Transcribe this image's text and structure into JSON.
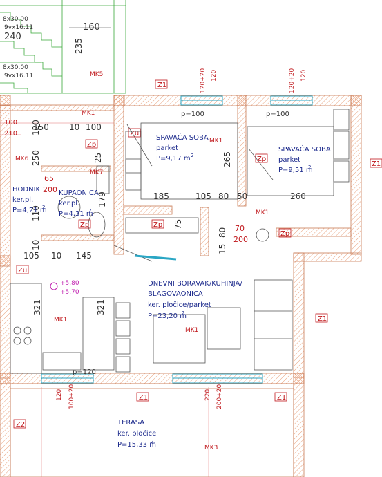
{
  "rooms": {
    "spavaca1": {
      "name": "SPAVAĆA SOBA",
      "floor": "parket",
      "area": "P=9,17 m"
    },
    "spavaca2": {
      "name": "SPAVAĆA SOBA",
      "floor": "parket",
      "area": "P=9,51 m"
    },
    "hodnik": {
      "name": "HODNIK",
      "floor": "ker.pl.",
      "area": "P=4,21 m"
    },
    "kupaonica": {
      "name": "KUPAONICA",
      "floor": "ker.pl.",
      "area": "P=4,31 m"
    },
    "dnevni": {
      "line1": "DNEVNI BORAVAK/KUHINJA/",
      "line2": "BLAGOVAONICA",
      "floor": "ker. pločice/parket",
      "area": "P=23,20 m"
    },
    "terasa": {
      "name": "TERASA",
      "floor": "ker. pločice",
      "area": "P=15,33 m"
    },
    "area_exp": "2"
  },
  "stair": {
    "label1a": "8x30.00",
    "label1b": "9vx16.11",
    "label2a": "8x30.00",
    "label2b": "9vx16.11",
    "dim240": "240",
    "dim160": "160",
    "dim235": "235"
  },
  "tags": {
    "mk5": "MK5",
    "mk1_top": "MK1",
    "mk6": "MK6",
    "mk7": "MK7",
    "mk1_bed1": "MK1",
    "mk1_bed2": "MK1",
    "mk1_kitchen": "MK1",
    "mk1_living": "MK1",
    "mk3": "MK3",
    "z1": "Z1",
    "z2": "Z2",
    "zp": "Zp",
    "zu": "Zu"
  },
  "dims": {
    "p100a": "p=100",
    "p100b": "p=100",
    "p120": "p=120",
    "d150": "150",
    "d10a": "10",
    "d100": "100",
    "d120v": "120",
    "d250": "250",
    "d25": "25",
    "d65": "65",
    "d200a": "200",
    "d110": "110",
    "d179": "179",
    "d10v": "10",
    "d185": "185",
    "d105a": "105",
    "d80a": "80",
    "d50": "50",
    "d260": "260",
    "d265": "265",
    "d75": "75",
    "d70": "70",
    "d200b": "200",
    "d15": "15",
    "d80v": "80",
    "d105b": "105",
    "d10b": "10",
    "d145": "145",
    "d321a": "321",
    "d321b": "321",
    "lvl1": "+5.80",
    "lvl2": "+5.70",
    "w120a": "120",
    "w120a2": "120+20",
    "w120b": "120",
    "w120b2": "120+20",
    "w120c": "120",
    "w100c": "100+20",
    "w220": "220",
    "w200": "200+20",
    "red100": "100",
    "red210": "210"
  }
}
